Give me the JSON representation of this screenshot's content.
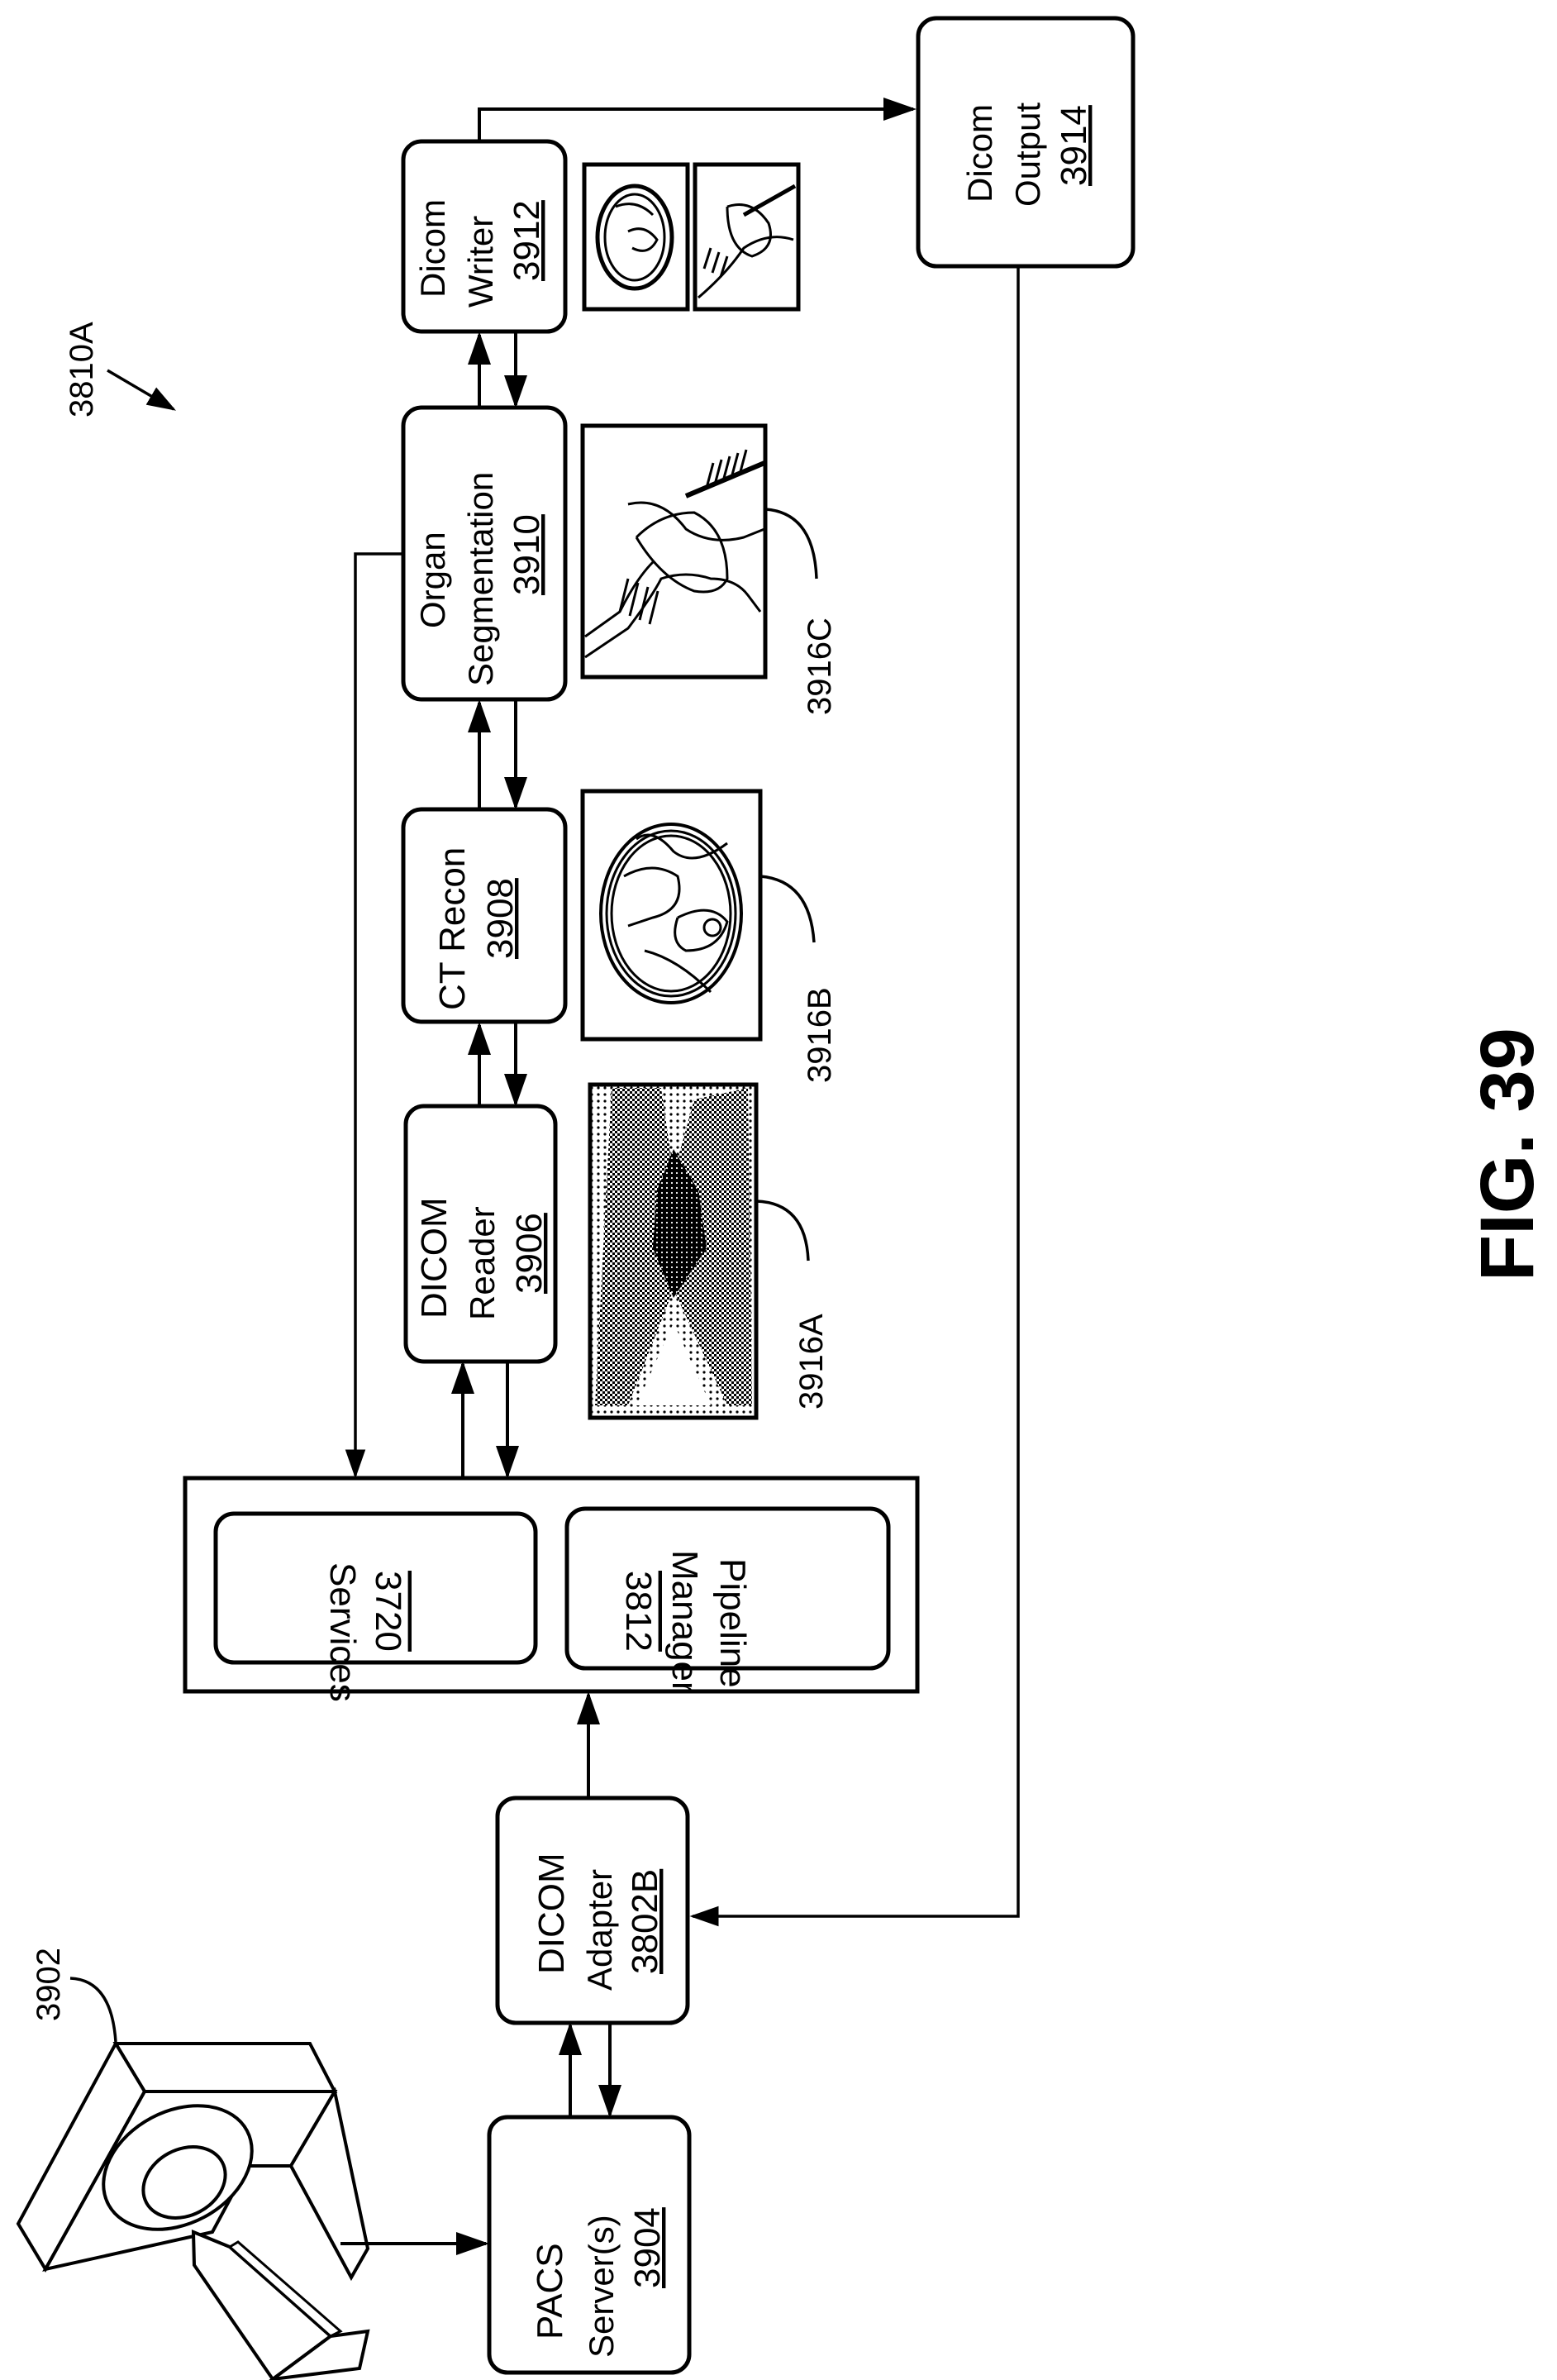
{
  "figure": {
    "title": "FIG. 39",
    "ref_system": "3810A"
  },
  "nodes": {
    "scanner": {
      "ref": "3902"
    },
    "pacs": {
      "line1": "PACS",
      "line2": "Server(s)",
      "ref": "3904"
    },
    "dicom_adapter": {
      "line1": "DICOM",
      "line2": "Adapter",
      "ref": "3802B"
    },
    "services": {
      "line1": "Services",
      "ref": "3720"
    },
    "pipeline_manager": {
      "line1": "Pipeline",
      "line2": "Manager",
      "ref": "3812"
    },
    "dicom_reader": {
      "line1": "DICOM",
      "line2": "Reader",
      "ref": "3906"
    },
    "ct_recon": {
      "line1": "CT Recon",
      "ref": "3908"
    },
    "organ_segmentation": {
      "line1": "Organ",
      "line2": "Segmentation",
      "ref": "3910"
    },
    "dicom_writer": {
      "line1": "Dicom",
      "line2": "Writer",
      "ref": "3912"
    },
    "dicom_output": {
      "line1": "Dicom",
      "line2": "Output",
      "ref": "3914"
    }
  },
  "images": {
    "projection": {
      "ref": "3916A",
      "depicts": "sinogram / projection data"
    },
    "axial_slice": {
      "ref": "3916B",
      "depicts": "reconstructed axial CT slice"
    },
    "segmentation": {
      "ref": "3916C",
      "depicts": "segmented organ rendering"
    }
  },
  "edges": [
    {
      "from": "scanner",
      "to": "pacs"
    },
    {
      "from": "pacs",
      "to": "dicom_adapter",
      "bidirectional": true
    },
    {
      "from": "dicom_adapter",
      "to": "pipeline_manager"
    },
    {
      "from": "services",
      "to": "dicom_reader",
      "bidirectional": true
    },
    {
      "from": "dicom_reader",
      "to": "ct_recon",
      "bidirectional": true
    },
    {
      "from": "ct_recon",
      "to": "organ_segmentation",
      "bidirectional": true
    },
    {
      "from": "organ_segmentation",
      "to": "dicom_writer",
      "bidirectional": true
    },
    {
      "from": "organ_segmentation",
      "to": "services"
    },
    {
      "from": "dicom_writer",
      "to": "dicom_output"
    },
    {
      "from": "dicom_output",
      "to": "dicom_adapter"
    }
  ]
}
